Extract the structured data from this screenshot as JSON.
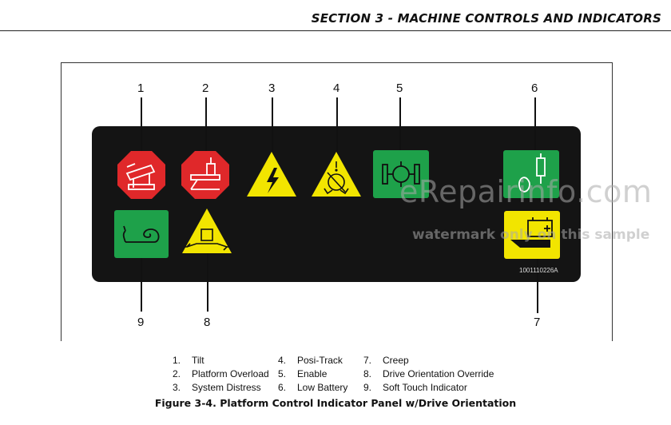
{
  "header": {
    "section_title": "SECTION 3 - MACHINE CONTROLS AND INDICATORS"
  },
  "figure": {
    "callouts": [
      "1",
      "2",
      "3",
      "4",
      "5",
      "6",
      "7",
      "8",
      "9"
    ],
    "part_number": "1001110226A",
    "indicators": [
      {
        "id": 1,
        "shape": "octagon",
        "color": "#e0282a",
        "icon": "tilt-icon"
      },
      {
        "id": 2,
        "shape": "octagon",
        "color": "#e0282a",
        "icon": "platform-overload-icon"
      },
      {
        "id": 3,
        "shape": "triangle",
        "color": "#f2e500",
        "icon": "system-distress-icon"
      },
      {
        "id": 4,
        "shape": "triangle",
        "color": "#f2e500",
        "icon": "posi-track-icon"
      },
      {
        "id": 5,
        "shape": "square",
        "color": "#1ea14a",
        "icon": "enable-icon"
      },
      {
        "id": 6,
        "shape": "square",
        "color": "#1ea14a",
        "icon": "low-battery-icon"
      },
      {
        "id": 7,
        "shape": "square",
        "color": "#f2e500",
        "icon": "creep-icon"
      },
      {
        "id": 8,
        "shape": "triangle",
        "color": "#f2e500",
        "icon": "drive-orientation-override-icon"
      },
      {
        "id": 9,
        "shape": "square",
        "color": "#1ea14a",
        "icon": "soft-touch-indicator-icon"
      }
    ]
  },
  "watermark": {
    "line1": "eRepairinfo.com",
    "line2": "watermark only on this sample"
  },
  "legend": {
    "col1": [
      {
        "num": "1.",
        "label": "Tilt"
      },
      {
        "num": "2.",
        "label": "Platform Overload"
      },
      {
        "num": "3.",
        "label": "System Distress"
      }
    ],
    "col2": [
      {
        "num": "4.",
        "label": "Posi-Track"
      },
      {
        "num": "5.",
        "label": "Enable"
      },
      {
        "num": "6.",
        "label": "Low Battery"
      }
    ],
    "col3": [
      {
        "num": "7.",
        "label": "Creep"
      },
      {
        "num": "8.",
        "label": "Drive Orientation Override"
      },
      {
        "num": "9.",
        "label": "Soft Touch Indicator"
      }
    ]
  },
  "caption": "Figure 3-4. Platform Control Indicator Panel w/Drive Orientation"
}
